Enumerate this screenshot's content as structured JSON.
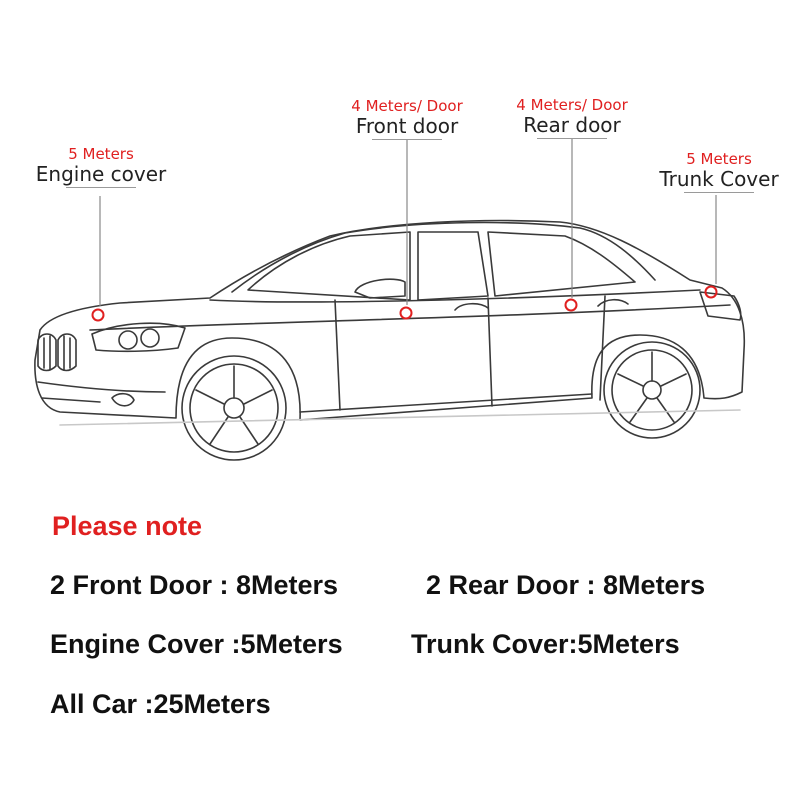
{
  "colors": {
    "accent": "#e02020",
    "text": "#111111",
    "outline": "#3a3a3a"
  },
  "callouts": {
    "engine": {
      "meters": "5 Meters",
      "part": "Engine cover"
    },
    "front": {
      "meters": "4 Meters/ Door",
      "part": "Front door"
    },
    "rear": {
      "meters": "4 Meters/ Door",
      "part": "Rear door"
    },
    "trunk": {
      "meters": "5 Meters",
      "part": "Trunk Cover"
    }
  },
  "note": {
    "title": "Please note",
    "front_doors": "2 Front Door : 8Meters",
    "rear_doors": "2 Rear Door : 8Meters",
    "engine_cover": "Engine Cover :5Meters",
    "trunk_cover": "Trunk Cover:5Meters",
    "all_car": "All Car :25Meters"
  }
}
